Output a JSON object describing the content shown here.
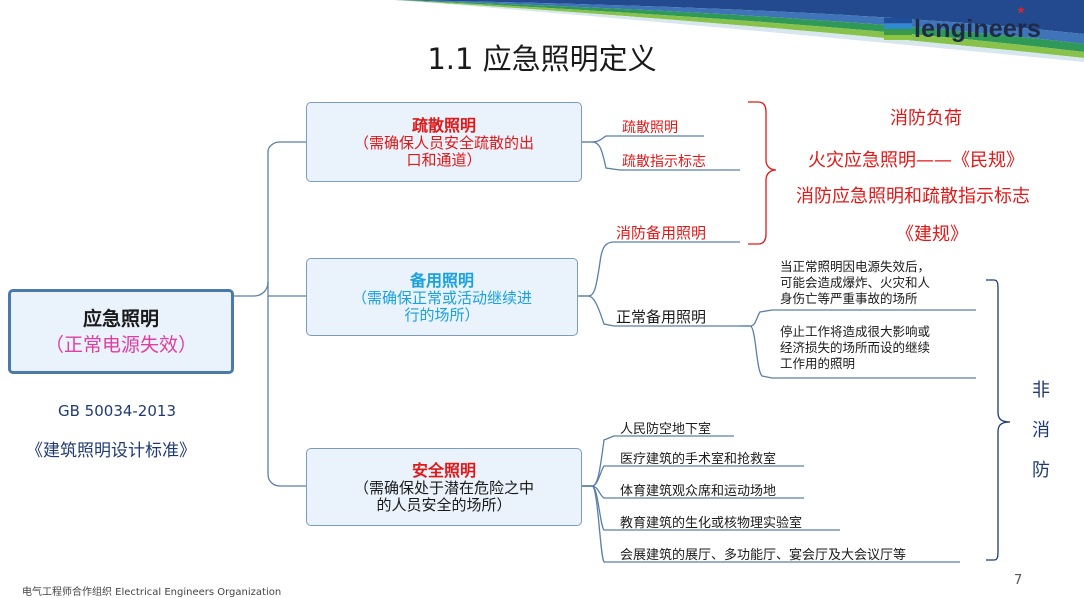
{
  "header": {
    "logo_text": "lengineers",
    "title": "1.1 应急照明定义"
  },
  "root": {
    "label": "应急照明",
    "sublabel": "（正常电源失效）"
  },
  "standard": {
    "code": "GB 50034-2013",
    "name": "《建筑照明设计标准》"
  },
  "branches": [
    {
      "label": "疏散照明",
      "desc": [
        "（需确保人员安全疏散的出",
        "口和通道）"
      ],
      "color": "#e01818",
      "leaves": [
        "疏散照明",
        "疏散指示标志"
      ]
    },
    {
      "label": "备用照明",
      "desc": [
        "（需确保正常或活动继续进",
        "行的场所）"
      ],
      "color": "#1aa1e0",
      "leaves": [
        "消防备用照明",
        "正常备用照明"
      ],
      "notes": [
        [
          "当正常照明因电源失效后，",
          "可能会造成爆炸、火灾和人",
          "身伤亡等严重事故的场所"
        ],
        [
          "停止工作将造成很大影响或",
          "经济损失的场所而设的继续",
          "工作用的照明"
        ]
      ]
    },
    {
      "label": "安全照明",
      "desc": [
        "（需确保处于潜在危险之中",
        "的人员安全的场所）"
      ],
      "color": "#e01818",
      "leaves": [
        "人民防空地下室",
        "医疗建筑的手术室和抢救室",
        "体育建筑观众席和运动场地",
        "教育建筑的生化或核物理实验室",
        "会展建筑的展厅、多功能厅、宴会厅及大会议厅等"
      ]
    }
  ],
  "fire_group": [
    "消防负荷",
    "火灾应急照明——《民规》",
    "消防应急照明和疏散指示标志",
    "《建规》"
  ],
  "nonfire_group": [
    "非",
    "消",
    "防"
  ],
  "footer": {
    "org": "电气工程师合作组织 Electrical Engineers Organization",
    "page": "7"
  },
  "colors": {
    "red": "#e01818",
    "blue": "#1aa1e0",
    "pink": "#e03ea0",
    "navy": "#1f3a73"
  }
}
